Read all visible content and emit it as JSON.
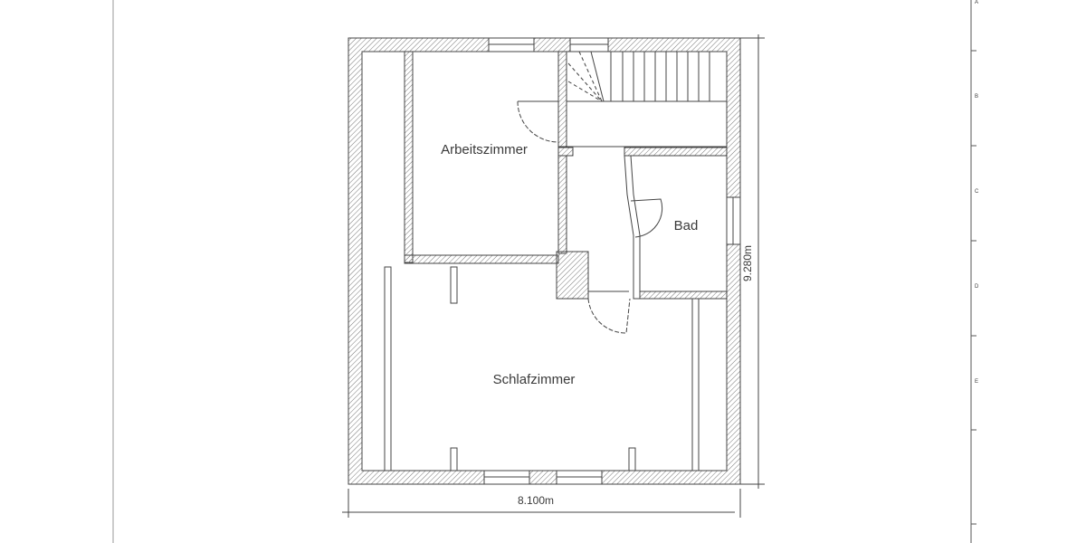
{
  "rooms": {
    "study": "Arbeitszimmer",
    "bath": "Bad",
    "bedroom": "Schlafzimmer"
  },
  "dimensions": {
    "width": "8.100m",
    "height": "9.280m"
  },
  "grid_ruler": {
    "labels": [
      "A",
      "B",
      "C",
      "D",
      "E"
    ]
  },
  "colors": {
    "line": "#3a3a3a",
    "background": "#ffffff"
  }
}
